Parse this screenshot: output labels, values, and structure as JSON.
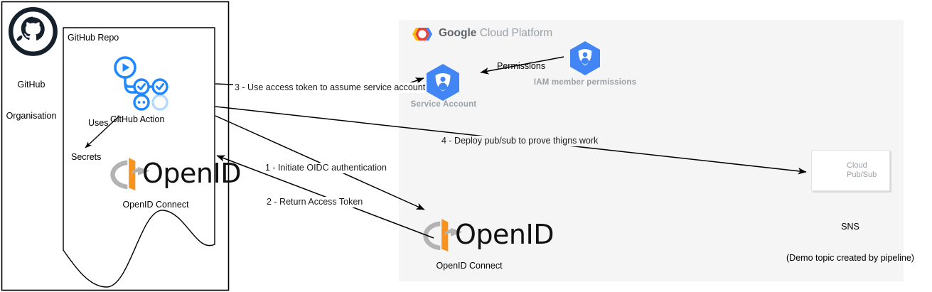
{
  "diagram": {
    "title": "GitHub Actions to GCP OIDC workflow diagram",
    "colors": {
      "github_dark": "#16202b",
      "gcp_blue": "#4285f4",
      "gcp_panel_bg": "#f5f5f5",
      "actions_blue": "#2088ff",
      "openid_orange": "#f7931e",
      "openid_gray": "#b3b3b3",
      "muted_text": "#9aa0a6",
      "line": "#000000"
    }
  },
  "github_organisation": {
    "label": "GitHub\nOrganisation",
    "label_line1": "GitHub",
    "label_line2": "Organisation",
    "icon": "github-logo"
  },
  "github_repo": {
    "title": "GitHub Repo",
    "nodes": [
      {
        "id": "github-action",
        "label": "GitHub Action",
        "icon": "github-actions-icon"
      },
      {
        "id": "secrets",
        "label": "Secrets",
        "icon": null
      },
      {
        "id": "openid-connect",
        "label": "OpenID Connect",
        "icon": "openid-logo",
        "wordmark": "OpenID"
      }
    ],
    "edges": [
      {
        "id": "uses",
        "label": "Uses",
        "from": "github-action",
        "to": "secrets"
      }
    ]
  },
  "gcp": {
    "brand_bold": "Google",
    "brand_light": " Cloud Platform",
    "icon": "google-cloud-logo",
    "nodes": [
      {
        "id": "service-account",
        "label": "Service Account",
        "icon": "iam-shield-person-icon"
      },
      {
        "id": "iam-member-permissions",
        "label": "IAM member permissions",
        "icon": "iam-shield-person-icon"
      },
      {
        "id": "openid-connect-gcp",
        "label": "OpenID Connect",
        "icon": "openid-logo",
        "wordmark": "OpenID"
      },
      {
        "id": "cloud-pubsub",
        "label": "Cloud\nPub/Sub",
        "icon": "cloud-pubsub-icon",
        "caption_line1": "SNS",
        "caption_line2": "(Demo topic created by pipeline)"
      }
    ],
    "edges": [
      {
        "id": "permissions",
        "label": "Permissions",
        "from": "iam-member-permissions",
        "to": "service-account"
      }
    ]
  },
  "flow_labels": [
    {
      "id": "step-3",
      "text": "3 - Use access token to assume service account"
    },
    {
      "id": "step-4",
      "text": "4 - Deploy pub/sub to prove thigns work"
    },
    {
      "id": "step-1",
      "text": "1 - Initiate OIDC authentication"
    },
    {
      "id": "step-2",
      "text": "2 - Return Access Token"
    }
  ]
}
